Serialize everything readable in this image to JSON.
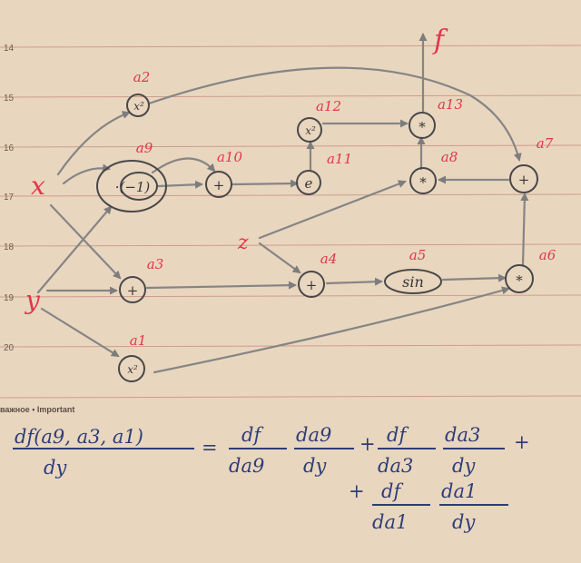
{
  "margin_numbers": [
    "14",
    "15",
    "16",
    "17",
    "18",
    "19",
    "20"
  ],
  "footer_label": "важное • Important",
  "colors": {
    "paper": "#e9d6bf",
    "rule": "#c88f7f",
    "pencil": "#4a4a4a",
    "arrow": "#858585",
    "red_ink": "#e0364a",
    "blue_ink": "#2e3e77"
  },
  "graph": {
    "inputs": {
      "x": "x",
      "y": "y",
      "z": "z"
    },
    "output": "f",
    "node_labels": {
      "a2": "a2",
      "a9": "a9",
      "a10": "a10",
      "a12": "a12",
      "a11": "a11",
      "a13": "a13",
      "a8": "a8",
      "a7": "a7",
      "a3": "a3",
      "a4": "a4",
      "a5": "a5",
      "a6": "a6",
      "a1": "a1"
    },
    "node_ops": {
      "a2": "x²",
      "a9": "·(−1)",
      "a10": "+",
      "a12": "x²",
      "a11": "e",
      "a13": "*",
      "a8": "*",
      "a7": "+",
      "a3": "+",
      "a4": "+",
      "a5": "sin",
      "a6": "*",
      "a1": "x²"
    }
  },
  "formula": {
    "lhs_num": "df(a9, a3, a1)",
    "lhs_den": "dy",
    "equals": "=",
    "t1_num": "df",
    "t1_den": "da9",
    "t2_num": "da9",
    "t2_den": "dy",
    "plus": "+",
    "t3_num": "df",
    "t3_den": "da3",
    "t4_num": "da3",
    "t4_den": "dy",
    "plus_end": "+",
    "plus_start": "+",
    "t5_num": "df",
    "t5_den": "da1",
    "t6_num": "da1",
    "t6_den": "dy"
  }
}
